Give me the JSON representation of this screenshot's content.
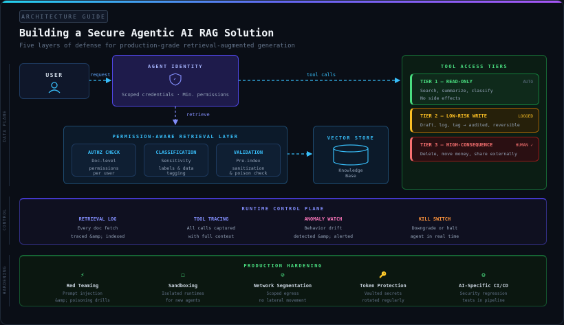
{
  "header": {
    "badge": "ARCHITECTURE GUIDE",
    "title": "Building a Secure Agentic AI RAG Solution",
    "subtitle": "Five layers of defense for production-grade retrieval-augmented generation"
  },
  "side_labels": {
    "data_plane": "DATA PLANE",
    "control": "CONTROL",
    "hardening": "HARDENING"
  },
  "user": {
    "label": "USER"
  },
  "arrows": {
    "request": "request",
    "tool_calls": "tool calls",
    "retrieve": "retrieve"
  },
  "agent": {
    "title": "AGENT IDENTITY",
    "caption": "Scoped credentials · Min. permissions"
  },
  "retrieval": {
    "title": "PERMISSION-AWARE RETRIEVAL LAYER",
    "checks": [
      {
        "title": "AUTHZ CHECK",
        "line1": "Doc-level",
        "line2": "permissions",
        "line3": "per user"
      },
      {
        "title": "CLASSIFICATION",
        "line1": "Sensitivity",
        "line2": "labels & data",
        "line3": "tagging"
      },
      {
        "title": "VALIDATION",
        "line1": "Pre-index",
        "line2": "sanitization",
        "line3": "& poison check"
      }
    ]
  },
  "vector": {
    "title": "VECTOR STORE",
    "line1": "Knowledge",
    "line2": "Base"
  },
  "tools": {
    "title": "TOOL ACCESS TIERS",
    "tiers": [
      {
        "name": "TIER 1 — READ-ONLY",
        "badge": "AUTO",
        "line1": "Search, summarize, classify",
        "line2": "No side effects",
        "color": "#4ade80"
      },
      {
        "name": "TIER 2 — LOW-RISK WRITE",
        "badge": "LOGGED",
        "line1": "Draft, log, tag → audited, reversible",
        "line2": "",
        "color": "#fbbf24"
      },
      {
        "name": "TIER 3 — HIGH-CONSEQUENCE",
        "badge": "HUMAN ✓",
        "line1": "Delete, move money, share externally",
        "line2": "",
        "color": "#f87171"
      }
    ]
  },
  "runtime": {
    "title": "RUNTIME CONTROL PLANE",
    "items": [
      {
        "title": "RETRIEVAL LOG",
        "line1": "Every doc fetch",
        "line2": "traced &amp; indexed",
        "color": "#818cf8"
      },
      {
        "title": "TOOL TRACING",
        "line1": "All calls captured",
        "line2": "with full context",
        "color": "#818cf8"
      },
      {
        "title": "ANOMALY WATCH",
        "line1": "Behavior drift",
        "line2": "detected &amp; alerted",
        "color": "#f472b6"
      },
      {
        "title": "KILL SWITCH",
        "line1": "Downgrade or halt",
        "line2": "agent in real time",
        "color": "#fb923c"
      }
    ]
  },
  "hardening": {
    "title": "PRODUCTION HARDENING",
    "items": [
      {
        "icon": "⚡",
        "title": "Red Teaming",
        "line1": "Prompt injection",
        "line2": "&amp; poisoning drills"
      },
      {
        "icon": "☐",
        "title": "Sandboxing",
        "line1": "Isolated runtimes",
        "line2": "for new agents"
      },
      {
        "icon": "⊘",
        "title": "Network Segmentation",
        "line1": "Scoped egress",
        "line2": "no lateral movement"
      },
      {
        "icon": "🔑",
        "title": "Token Protection",
        "line1": "Vaulted secrets",
        "line2": "rotated regularly"
      },
      {
        "icon": "⚙",
        "title": "AI-Specific CI/CD",
        "line1": "Security regression",
        "line2": "tests in pipeline"
      }
    ]
  }
}
